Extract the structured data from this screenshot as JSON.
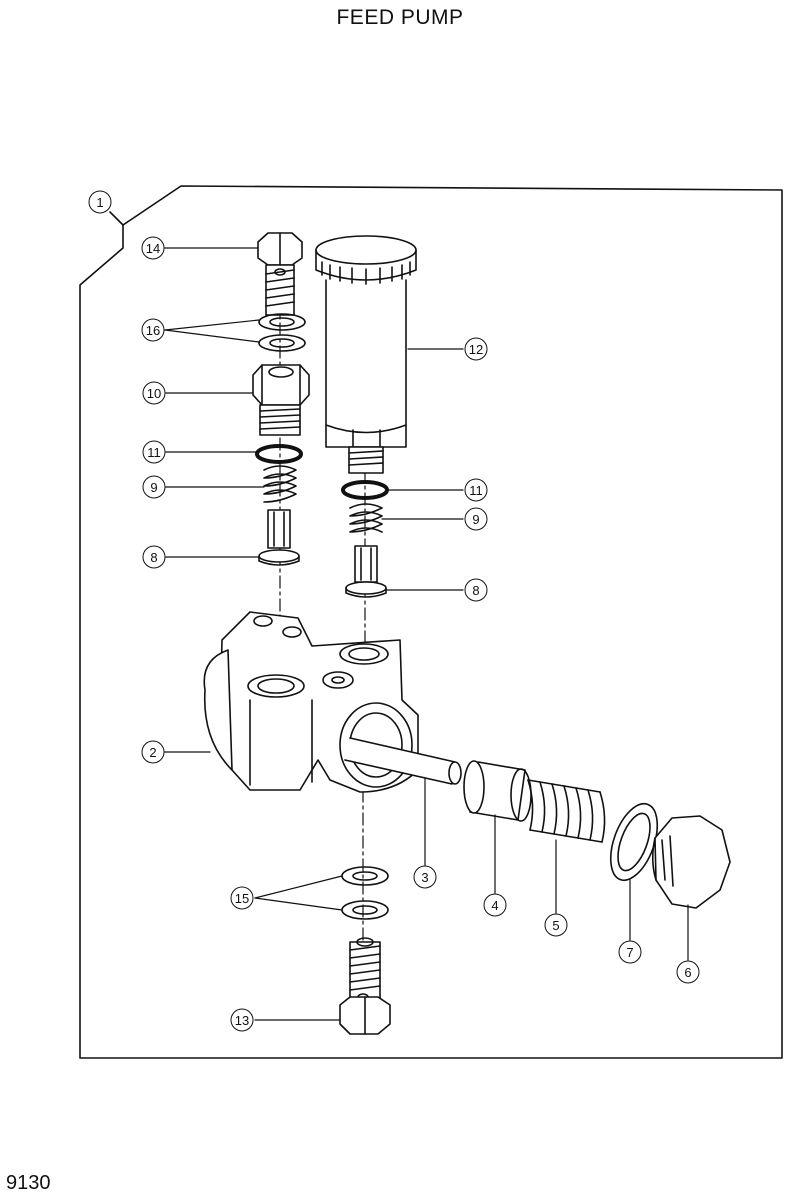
{
  "title": "FEED PUMP",
  "page_number": "9130",
  "callouts": [
    {
      "id": "c1",
      "label": "1"
    },
    {
      "id": "c14",
      "label": "14"
    },
    {
      "id": "c16",
      "label": "16"
    },
    {
      "id": "c10",
      "label": "10"
    },
    {
      "id": "c11a",
      "label": "11"
    },
    {
      "id": "c9a",
      "label": "9"
    },
    {
      "id": "c8a",
      "label": "8"
    },
    {
      "id": "c12",
      "label": "12"
    },
    {
      "id": "c11b",
      "label": "11"
    },
    {
      "id": "c9b",
      "label": "9"
    },
    {
      "id": "c8b",
      "label": "8"
    },
    {
      "id": "c2",
      "label": "2"
    },
    {
      "id": "c3",
      "label": "3"
    },
    {
      "id": "c4",
      "label": "4"
    },
    {
      "id": "c5",
      "label": "5"
    },
    {
      "id": "c7",
      "label": "7"
    },
    {
      "id": "c6",
      "label": "6"
    },
    {
      "id": "c15",
      "label": "15"
    },
    {
      "id": "c13",
      "label": "13"
    }
  ]
}
